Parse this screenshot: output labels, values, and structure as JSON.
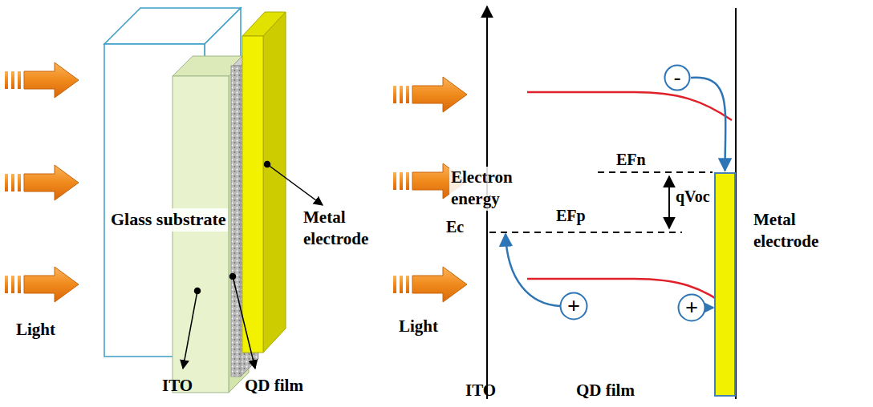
{
  "diagram": {
    "nodes": [
      {
        "text": [
          "-"
        ]
      },
      {
        "text": [
          "Metal electrode"
        ]
      },
      {
        "text": [
          "+"
        ]
      },
      {
        "text": [
          "+"
        ]
      }
    ],
    "edges": [
      {
        "from": 0,
        "to": 1,
        "arrow": "to"
      },
      {
        "from": 3,
        "to": 1,
        "arrow": "to"
      }
    ],
    "labels": [
      "Glass substrate",
      "Metal electrode",
      "Light",
      "ITO",
      "QD film",
      "Electron energy",
      "EFn",
      "EFp",
      "Ec",
      "qVoc",
      "Light",
      "ITO",
      "QD film"
    ]
  }
}
